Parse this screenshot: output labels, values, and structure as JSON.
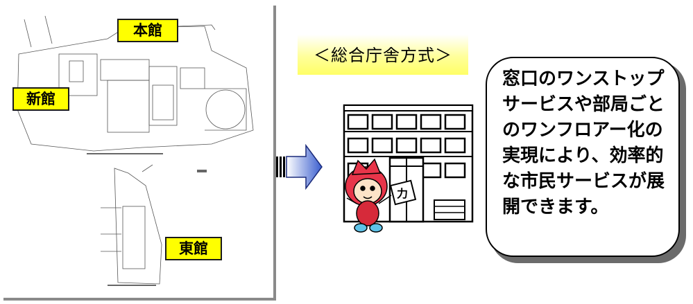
{
  "map": {
    "label_honkan": "本館",
    "label_shinkan": "新館",
    "label_higashikan": "東館",
    "label_color": "#ffff00"
  },
  "method_title": "＜総合庁舎方式＞",
  "callout_text": "窓口のワンストップサービスや部局ごとのワンフロアー化の実現により、効率的な市民サービスが展開できます。",
  "colors": {
    "banner": "#ffff66",
    "arrow_light": "#ffffff",
    "arrow_dark": "#3b5fcf",
    "callout_shadow": "#6b6b6b"
  }
}
